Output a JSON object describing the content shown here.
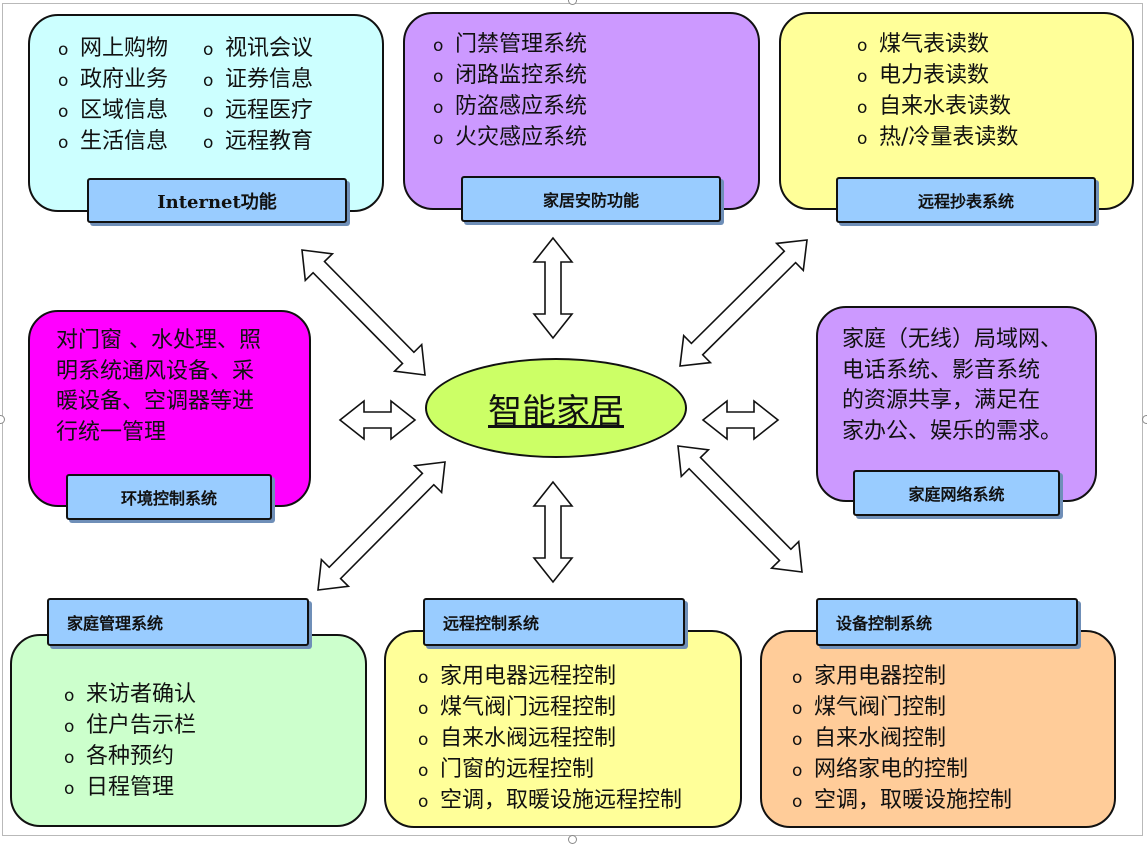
{
  "center": {
    "title": "智能家居"
  },
  "internet": {
    "label": "Internet功能",
    "items": [
      "网上购物",
      "视讯会议",
      "政府业务",
      "证券信息",
      "区域信息",
      "远程医疗",
      "生活信息",
      "远程教育"
    ]
  },
  "security": {
    "label": "家居安防功能",
    "items": [
      "门禁管理系统",
      "闭路监控系统",
      "防盗感应系统",
      "火灾感应系统"
    ]
  },
  "meter": {
    "label": "远程抄表系统",
    "items": [
      "煤气表读数",
      "电力表读数",
      "自来水表读数",
      "热/冷量表读数"
    ]
  },
  "environment": {
    "label": "环境控制系统",
    "lines": [
      "对门窗 、水处理、照",
      "明系统通风设备、采",
      "暖设备、空调器等进",
      "行统一管理"
    ]
  },
  "network": {
    "label": "家庭网络系统",
    "lines": [
      "家庭（无线）局域网、",
      "电话系统、影音系统",
      "的资源共享，满足在",
      "家办公、娱乐的需求。"
    ]
  },
  "home_mgmt": {
    "label": "家庭管理系统",
    "items": [
      "来访者确认",
      "住户告示栏",
      "各种预约",
      "日程管理"
    ]
  },
  "remote_ctrl": {
    "label": "远程控制系统",
    "items": [
      "家用电器远程控制",
      "煤气阀门远程控制",
      "自来水阀远程控制",
      "门窗的远程控制",
      "空调，取暖设施远程控制"
    ]
  },
  "device_ctrl": {
    "label": "设备控制系统",
    "items": [
      "家用电器控制",
      "煤气阀门控制",
      "自来水阀控制",
      "网络家电的控制",
      "空调，取暖设施控制"
    ]
  },
  "colors": {
    "internet": "#ccffff",
    "security": "#cc99ff",
    "meter": "#ffff99",
    "environment": "#ff00ff",
    "network": "#cc99ff",
    "home_mgmt": "#ccffcc",
    "remote_ctrl": "#ffff99",
    "device_ctrl": "#ffcc99",
    "label": "#99ccff",
    "center": "#ccff66"
  }
}
